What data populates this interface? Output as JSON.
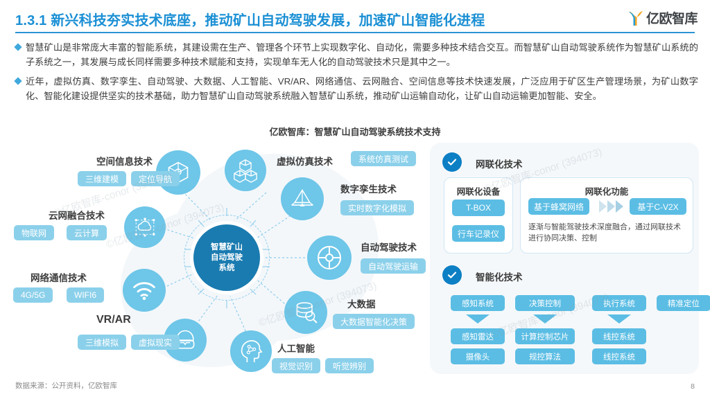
{
  "header": {
    "title": "1.3.1 新兴科技夯实技术底座，推动矿山自动驾驶发展，加速矿山智能化进程",
    "logo_text": "亿欧智库"
  },
  "bullets": [
    "智慧矿山是非常庞大丰富的智能系统，其建设需在生产、管理各个环节上实现数字化、自动化，需要多种技术结合交互。而智慧矿山自动驾驶系统作为智慧矿山系统的子系统之一，其发展与成长同样需要多种技术赋能和支持，实现单车无人化的自动驾驶技术只是其中之一。",
    "近年，虚拟仿真、数字孪生、自动驾驶、大数据、人工智能、VR/AR、网络通信、云网融合、空间信息等技术快速发展，广泛应用于矿区生产管理场景，为矿山数字化、智能化建设提供坚实的技术基础，助力智慧矿山自动驾驶系统融入智慧矿山系统，推动矿山运输自动化，让矿山自动运输更加智能、安全。"
  ],
  "chart_title": "亿欧智库：智慧矿山自动驾驶系统技术支持",
  "hub": {
    "label": "智慧矿山\n自动驾驶\n系统"
  },
  "tech_groups": [
    {
      "title": "空间信息技术",
      "icon": "cube-icon",
      "tags": [
        "三维建模",
        "定位导航"
      ]
    },
    {
      "title": "云网融合技术",
      "icon": "cloud-net-icon",
      "tags": [
        "物联网",
        "云计算"
      ]
    },
    {
      "title": "网络通信技术",
      "icon": "wifi-icon",
      "tags": [
        "4G/5G",
        "WIFI6"
      ]
    },
    {
      "title": "VR/AR",
      "icon": "vr-goggles-icon",
      "tags": [
        "三维模拟",
        "虚拟现实"
      ]
    },
    {
      "title": "虚拟仿真技术",
      "icon": "blocks-icon",
      "tags": [
        "系统仿真测试"
      ]
    },
    {
      "title": "数字孪生技术",
      "icon": "twin-icon",
      "tags": [
        "实时数字化模拟"
      ]
    },
    {
      "title": "自动驾驶技术",
      "icon": "steering-wheel-icon",
      "tags": [
        "自动驾驶运输"
      ]
    },
    {
      "title": "大数据",
      "icon": "database-search-icon",
      "tags": [
        "大数据智能化决策"
      ]
    },
    {
      "title": "人工智能",
      "icon": "ai-brain-icon",
      "tags": [
        "视觉识别",
        "听觉辨别"
      ]
    }
  ],
  "right_panel": {
    "section1": {
      "title": "网联化技术",
      "device_box": {
        "title": "网联化设备",
        "items": [
          "T-BOX",
          "行车记录仪"
        ]
      },
      "function_box": {
        "title": "网联化功能",
        "from": "基于蜂窝网络",
        "to": "基于C-V2X",
        "note": "逐渐与智能驾驶技术深度融合，通过网联技术\n进行协同决策、控制"
      }
    },
    "section2": {
      "title": "智能化技术",
      "columns": [
        {
          "head": "感知系统",
          "has_arrow": true,
          "items": [
            "感知雷达",
            "摄像头"
          ]
        },
        {
          "head": "决策控制",
          "has_arrow": true,
          "items": [
            "计算控制芯片",
            "规控算法"
          ]
        },
        {
          "head": "执行系统",
          "has_arrow": true,
          "items": [
            "线控系统",
            "线控系统"
          ]
        },
        {
          "head": "精准定位",
          "has_arrow": false,
          "items": []
        }
      ]
    }
  },
  "footer": {
    "source": "数据来源：公开资料，亿欧智库",
    "page": "8"
  },
  "watermarks": [
    "©亿欧智库-conor (394073)",
    "©亿欧智库-conor (394073)",
    "©亿欧智库-conor (394073)",
    "©亿欧智库-conor (394073)",
    "©亿欧智库-conor (394073)"
  ],
  "colors": {
    "header_blue": "#1a8fd4",
    "hub_blue": "#1a7bb0",
    "node_blue": "#6ec6e8",
    "tag_blue": "#8bd0ea",
    "btag_blue": "#5bbde4",
    "panel_bg": "#f5f8fa"
  }
}
